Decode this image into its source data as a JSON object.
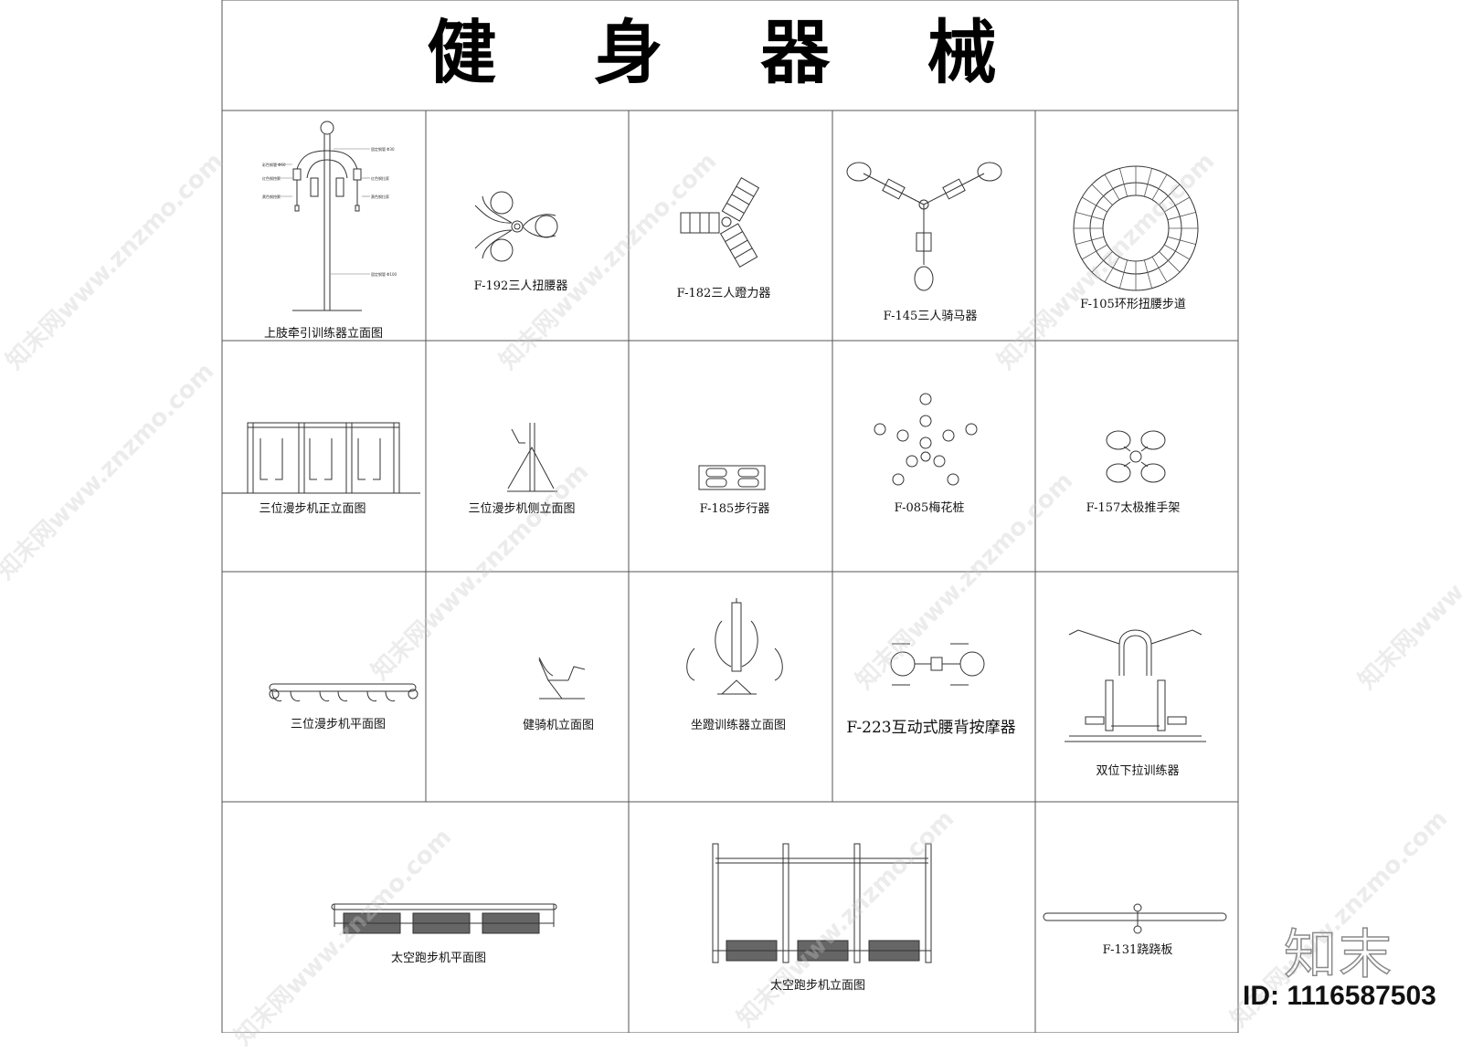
{
  "title": "健 身 器 械",
  "cells": [
    {
      "label": "上肢牵引训练器立面图"
    },
    {
      "label": "F-192三人扭腰器"
    },
    {
      "label": "F-182三人蹬力器"
    },
    {
      "label": "F-145三人骑马器"
    },
    {
      "label": "F-105环形扭腰步道"
    },
    {
      "label": "三位漫步机正立面图"
    },
    {
      "label": "三位漫步机侧立面图"
    },
    {
      "label": "F-185步行器"
    },
    {
      "label": "F-085梅花桩"
    },
    {
      "label": "F-157太极推手架"
    },
    {
      "label": "三位漫步机平面图"
    },
    {
      "label": "健骑机立面图"
    },
    {
      "label": "坐蹬训练器立面图"
    },
    {
      "label": "F-223互动式腰背按摩器"
    },
    {
      "label": "双位下拉训练器"
    },
    {
      "label": "太空跑步机平面图"
    },
    {
      "label": "太空跑步机立面图"
    },
    {
      "label": "F-131跷跷板"
    }
  ],
  "annotations": [
    "固定钢管 Φ30",
    "彩色钢管 Φ60",
    "红色钢拉索",
    "红色钢拉索",
    "黄色钢拉索",
    "黄色钢拉索",
    "固定钢管 Φ100"
  ],
  "watermark": "知末网www.znzmo.com",
  "logo": "知末",
  "id_text": "ID: 1116587503"
}
